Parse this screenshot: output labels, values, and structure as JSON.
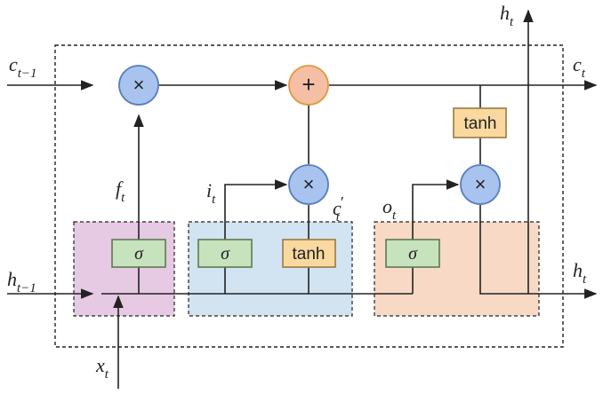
{
  "labels": {
    "c_prev": "c",
    "c_prev_sub": "t−1",
    "c_out": "c",
    "c_out_sub": "t",
    "h_prev": "h",
    "h_prev_sub": "t−1",
    "h_out": "h",
    "h_out_sub": "t",
    "h_top": "h",
    "h_top_sub": "t",
    "x_in": "x",
    "x_in_sub": "t",
    "f_gate": "f",
    "f_gate_sub": "t",
    "i_gate": "i",
    "i_gate_sub": "t",
    "o_gate": "o",
    "o_gate_sub": "t",
    "c_cand": "c",
    "c_cand_sub": "t",
    "c_cand_prime": "′"
  },
  "blocks": {
    "sigma": "σ",
    "tanh": "tanh"
  },
  "ops": {
    "multiply": "×",
    "add": "+"
  },
  "colors": {
    "forget_region": "#E6C9E3",
    "input_region": "#D2E3F2",
    "output_region": "#F7D9C6",
    "sigma_block": "#C7E3BE",
    "sigma_border": "#5C7A50",
    "tanh_block": "#F9D9A0",
    "tanh_border": "#9A7A3C",
    "mult_circle": "#A8C4EE",
    "mult_border": "#5A7FBE",
    "add_circle": "#F5BFA6",
    "add_border": "#E09A40",
    "line": "#222222"
  }
}
